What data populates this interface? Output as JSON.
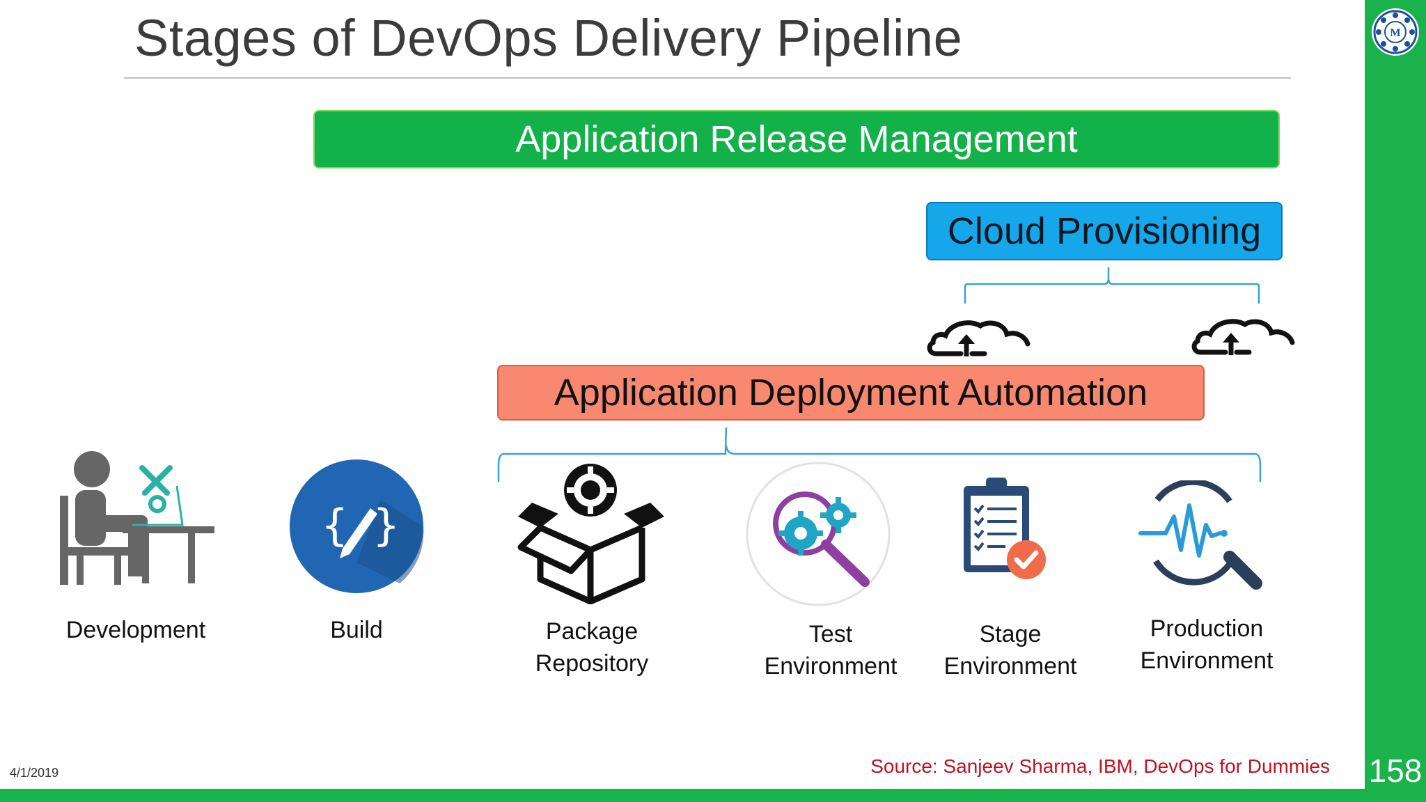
{
  "slide": {
    "title": "Stages of DevOps Delivery Pipeline",
    "date": "4/1/2019",
    "page_number": "158",
    "source": "Source: Sanjeev Sharma, IBM, DevOps for Dummies",
    "logo_letter": "M"
  },
  "boxes": {
    "release_management": "Application Release Management",
    "cloud_provisioning": "Cloud Provisioning",
    "deployment_automation": "Application Deployment Automation"
  },
  "stages": [
    {
      "line1": "Development",
      "line2": ""
    },
    {
      "line1": "Build",
      "line2": ""
    },
    {
      "line1": "Package",
      "line2": "Repository"
    },
    {
      "line1": "Test",
      "line2": "Environment"
    },
    {
      "line1": "Stage",
      "line2": "Environment"
    },
    {
      "line1": "Production",
      "line2": "Environment"
    }
  ],
  "icons": {
    "development": "developer-at-laptop-icon",
    "build": "code-edit-icon",
    "package": "package-box-gear-icon",
    "test": "magnifier-gears-icon",
    "stage": "checklist-clipboard-icon",
    "production": "monitoring-magnifier-icon",
    "cloud": "cloud-upload-icon"
  },
  "colors": {
    "green": "#12b14a",
    "blue": "#16a7ea",
    "salmon": "#f98871",
    "source_red": "#c0111f",
    "bracket": "#3aa0d8"
  }
}
